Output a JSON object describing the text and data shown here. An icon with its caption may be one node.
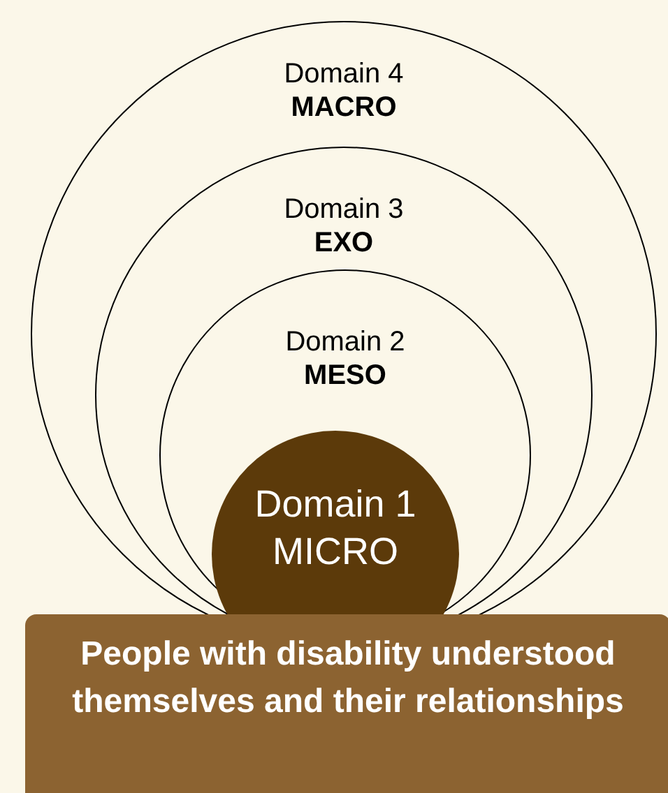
{
  "diagram": {
    "nodes": [
      {
        "text": [
          "Domain 4",
          "MACRO"
        ]
      },
      {
        "text": [
          "Domain 3",
          "EXO"
        ],
        "in": 0
      },
      {
        "text": [
          "Domain 2",
          "MESO"
        ],
        "in": 1
      },
      {
        "text": [
          "Domain 1",
          "MICRO"
        ]
      },
      {
        "text": [
          "People with disability understood themselves and their relationships"
        ]
      }
    ]
  }
}
